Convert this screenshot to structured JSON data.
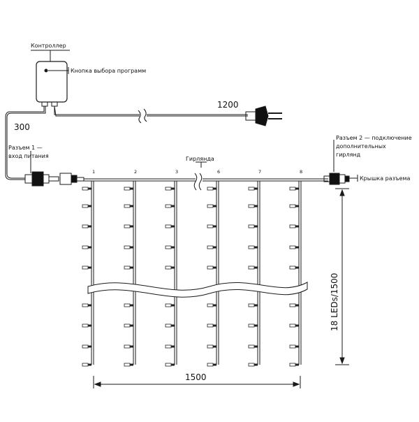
{
  "labels": {
    "controller": "Контроллер",
    "program_button": "Кнопка выбора программ",
    "connector1_line1": "Разъем 1 —",
    "connector1_line2": "вход питания",
    "connector2_line1": "Разъем 2 — подключение",
    "connector2_line2": "дополнительных",
    "connector2_line3": "гирлянд",
    "garland": "Гирлянда",
    "connector_cap": "Крышка разъема"
  },
  "dimensions": {
    "cable_1200": "1200",
    "cable_300": "300",
    "width_1500": "1500",
    "height": "18 LEDs/1500"
  },
  "strand_numbers": [
    "1",
    "2",
    "3",
    "6",
    "7",
    "8"
  ],
  "colors": {
    "line": "#1a1a1a",
    "led": "#222222"
  }
}
